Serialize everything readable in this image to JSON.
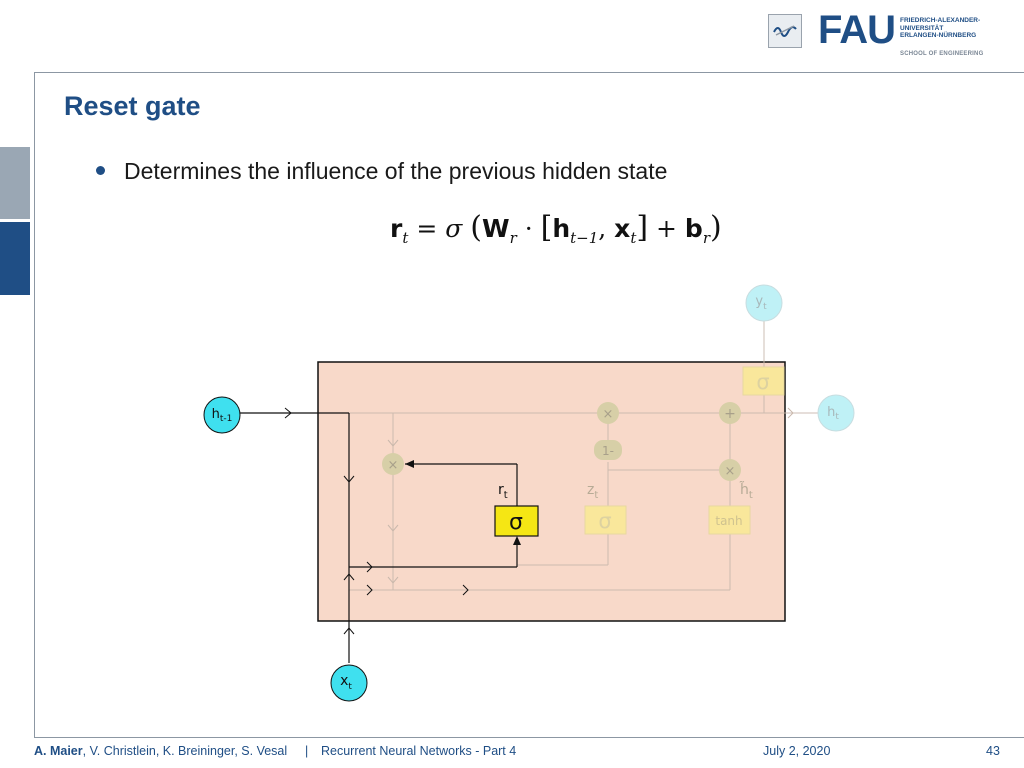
{
  "header": {
    "logo_word": "FAU",
    "university_lines": [
      "FRIEDRICH-ALEXANDER-",
      "UNIVERSITÄT",
      "ERLANGEN-NÜRNBERG"
    ],
    "school": "SCHOOL OF ENGINEERING"
  },
  "slide": {
    "title": "Reset gate",
    "bullet": "Determines the influence of the previous hidden state"
  },
  "formula": {
    "lhs": "r",
    "lhs_sub": "t",
    "eq": "=",
    "sigma": "σ",
    "weight": "W",
    "weight_sub": "r",
    "dot": "·",
    "h": "h",
    "h_sub": "t−1",
    "comma": ",",
    "x": "x",
    "x_sub": "t",
    "plus": "+",
    "bias": "b",
    "bias_sub": "r"
  },
  "diagram": {
    "input_h": "h",
    "input_h_sub": "t-1",
    "input_x": "x",
    "input_x_sub": "t",
    "output_h": "h",
    "output_h_sub": "t",
    "output_y": "y",
    "output_y_sub": "t",
    "reset_gate_label": "r",
    "reset_gate_label_sub": "t",
    "update_gate_label": "z",
    "update_gate_label_sub": "t",
    "candidate_label": "h̃",
    "candidate_label_sub": "t",
    "sigma": "σ",
    "tanh": "tanh",
    "one_minus": "1-",
    "mult": "×",
    "add": "+",
    "colors": {
      "cell_bg": "#f8d9c9",
      "active_gate": "#f5e614",
      "faded_gate": "#f9e79b",
      "node": "#d7cfa7",
      "input_node": "#3fe0ef",
      "output_node": "#bff1f6"
    }
  },
  "footer": {
    "authors_lead": "A. Maier",
    "authors_rest": ", V. Christlein, K. Breininger, S. Vesal",
    "separator": "|",
    "lecture": "Recurrent Neural Networks - Part 4",
    "date": "July 2, 2020",
    "page": "43"
  }
}
